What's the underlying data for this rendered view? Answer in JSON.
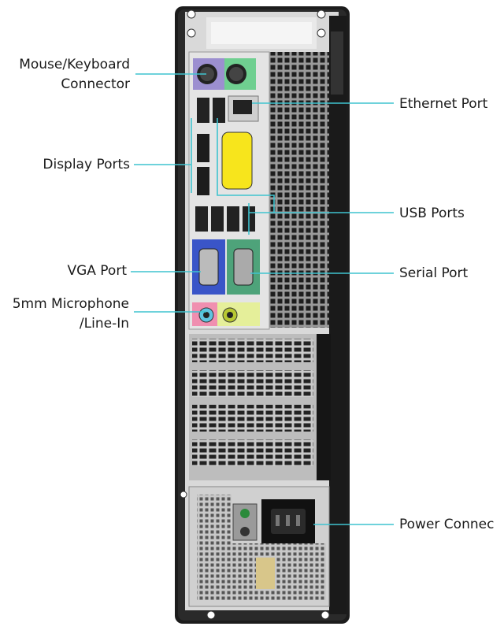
{
  "diagram": {
    "labels": {
      "mouse_keyboard": {
        "line1": "Mouse/Keyboard",
        "line2": "Connector"
      },
      "display_ports": "Display Ports",
      "vga_port": "VGA Port",
      "microphone": {
        "line1": "5mm  Microphone",
        "line2": "/Line-In"
      },
      "ethernet_port": "Ethernet Port",
      "usb_ports": "USB Ports",
      "serial_port": "Serial Port",
      "power_connector": "Power Connec"
    },
    "colors": {
      "callout_line": "#3fc3cf",
      "chassis": "#1c1c1c",
      "panel": "#d9d9d9",
      "ps2_mouse": "#9c8fd0",
      "ps2_keyboard": "#6fcf90",
      "vga": "#3a55c8",
      "serial": "#4ea37a",
      "audio_line_in": "#5fc4e0",
      "audio_mic": "#f08fb0",
      "audio_panel": "#e5ef9a",
      "yellow_label": "#f7e51c"
    }
  }
}
